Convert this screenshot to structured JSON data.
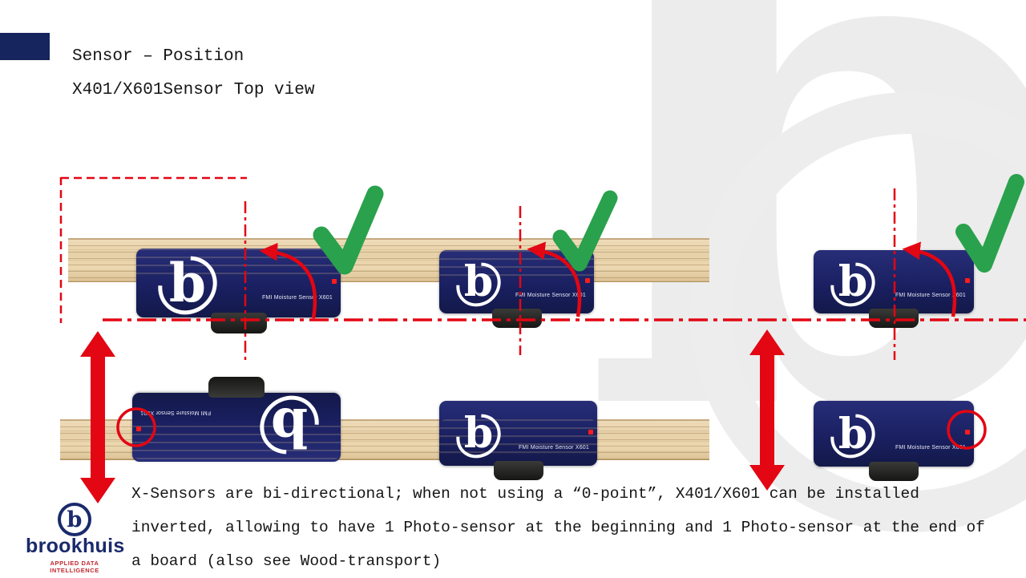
{
  "slide": {
    "title_line1": "Sensor – Position",
    "title_line2": "X401/X601Sensor Top view",
    "body_lines": [
      "X-Sensors are bi-directional; when not using a “0-point”, X401/X601 can be installed",
      "inverted, allowing to have 1 Photo-sensor at the beginning and 1 Photo-sensor at the end of",
      "a board (also see Wood-transport)"
    ]
  },
  "diagram": {
    "sensor_label": "FMI Moisture Sensor X601",
    "sensor_logo_letter": "b",
    "colors": {
      "sensor_navy": "#1a2061",
      "board_wood": "#e9d5ae",
      "guide_red": "#e30613",
      "check_green": "#2aa14c"
    }
  },
  "watermark": {
    "letter": "b"
  },
  "branding": {
    "logo_letter": "b",
    "name": "brookhuis",
    "tagline": "APPLIED DATA INTELLIGENCE",
    "navy": "#1a2a6c",
    "red": "#c0272d"
  }
}
